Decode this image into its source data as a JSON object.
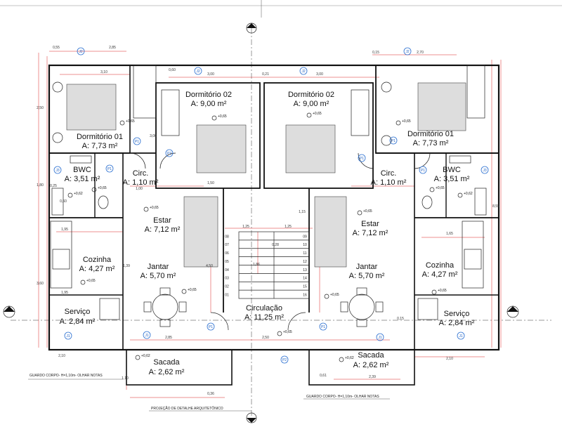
{
  "rooms": [
    {
      "id": "dorm01-left",
      "name": "Dormitório 01",
      "area": "A: 7,73 m²"
    },
    {
      "id": "dorm02-left",
      "name": "Dormitório 02",
      "area": "A: 9,00 m²"
    },
    {
      "id": "dorm02-right",
      "name": "Dormitório 02",
      "area": "A: 9,00 m²"
    },
    {
      "id": "dorm01-right",
      "name": "Dormitório 01",
      "area": "A: 7,73 m²"
    },
    {
      "id": "bwc-left",
      "name": "BWC",
      "area": "A: 3,51 m²"
    },
    {
      "id": "circ-left",
      "name": "Circ.",
      "area": "A: 1,10 m²"
    },
    {
      "id": "circ-right",
      "name": "Circ.",
      "area": "A: 1,10 m²"
    },
    {
      "id": "bwc-right",
      "name": "BWC",
      "area": "A: 3,51 m²"
    },
    {
      "id": "estar-left",
      "name": "Estar",
      "area": "A: 7,12 m²"
    },
    {
      "id": "estar-right",
      "name": "Estar",
      "area": "A: 7,12 m²"
    },
    {
      "id": "cozinha-left",
      "name": "Cozinha",
      "area": "A: 4,27 m²"
    },
    {
      "id": "jantar-left",
      "name": "Jantar",
      "area": "A: 5,70 m²"
    },
    {
      "id": "jantar-right",
      "name": "Jantar",
      "area": "A: 5,70 m²"
    },
    {
      "id": "cozinha-right",
      "name": "Cozinha",
      "area": "A: 4,27 m²"
    },
    {
      "id": "circulacao",
      "name": "Circulação",
      "area": "A: 11,25 m²"
    },
    {
      "id": "servico-left",
      "name": "Serviço",
      "area": "A: 2,84 m²"
    },
    {
      "id": "servico-right",
      "name": "Serviço",
      "area": "A: 2,84 m²"
    },
    {
      "id": "sacada-left",
      "name": "Sacada",
      "area": "A: 2,62 m²"
    },
    {
      "id": "sacada-right",
      "name": "Sacada",
      "area": "A: 2,62 m²"
    }
  ],
  "levels": [
    "+0,65",
    "+0,62"
  ],
  "doors": [
    "P1",
    "P2",
    "J1",
    "J2",
    "J3"
  ],
  "dimensions": [
    "0,55",
    "2,85",
    "3,10",
    "3,00",
    "0,21",
    "3,00",
    "0,15",
    "2,70",
    "0,60",
    "2,50",
    "3,00",
    "1,50",
    "1,00",
    "1,80",
    "0,25",
    "0,60",
    "1,95",
    "1,39",
    "4,50",
    "1,25",
    "1,25",
    "1,15",
    "1,86",
    "0,28",
    "3,60",
    "1,95",
    "2,85",
    "2,50",
    "0,15",
    "2,10",
    "0,36",
    "1,10",
    "2,39",
    "0,61",
    "8,55",
    "1,65",
    "2,10"
  ],
  "stairs": {
    "left": [
      "08",
      "07",
      "06",
      "05",
      "04",
      "03",
      "02",
      "01"
    ],
    "right": [
      "09",
      "10",
      "11",
      "12",
      "13",
      "14",
      "15",
      "16"
    ]
  },
  "notes": {
    "guard_left": "GUARDO CORPO- H=1,10m- OLHAR NOTAS",
    "guard_right": "GUARDO CORPO- H=1,10m- OLHAR NOTAS",
    "projection": "PROJEÇÃO DE DETALHE ARQUITETÔNICO"
  }
}
